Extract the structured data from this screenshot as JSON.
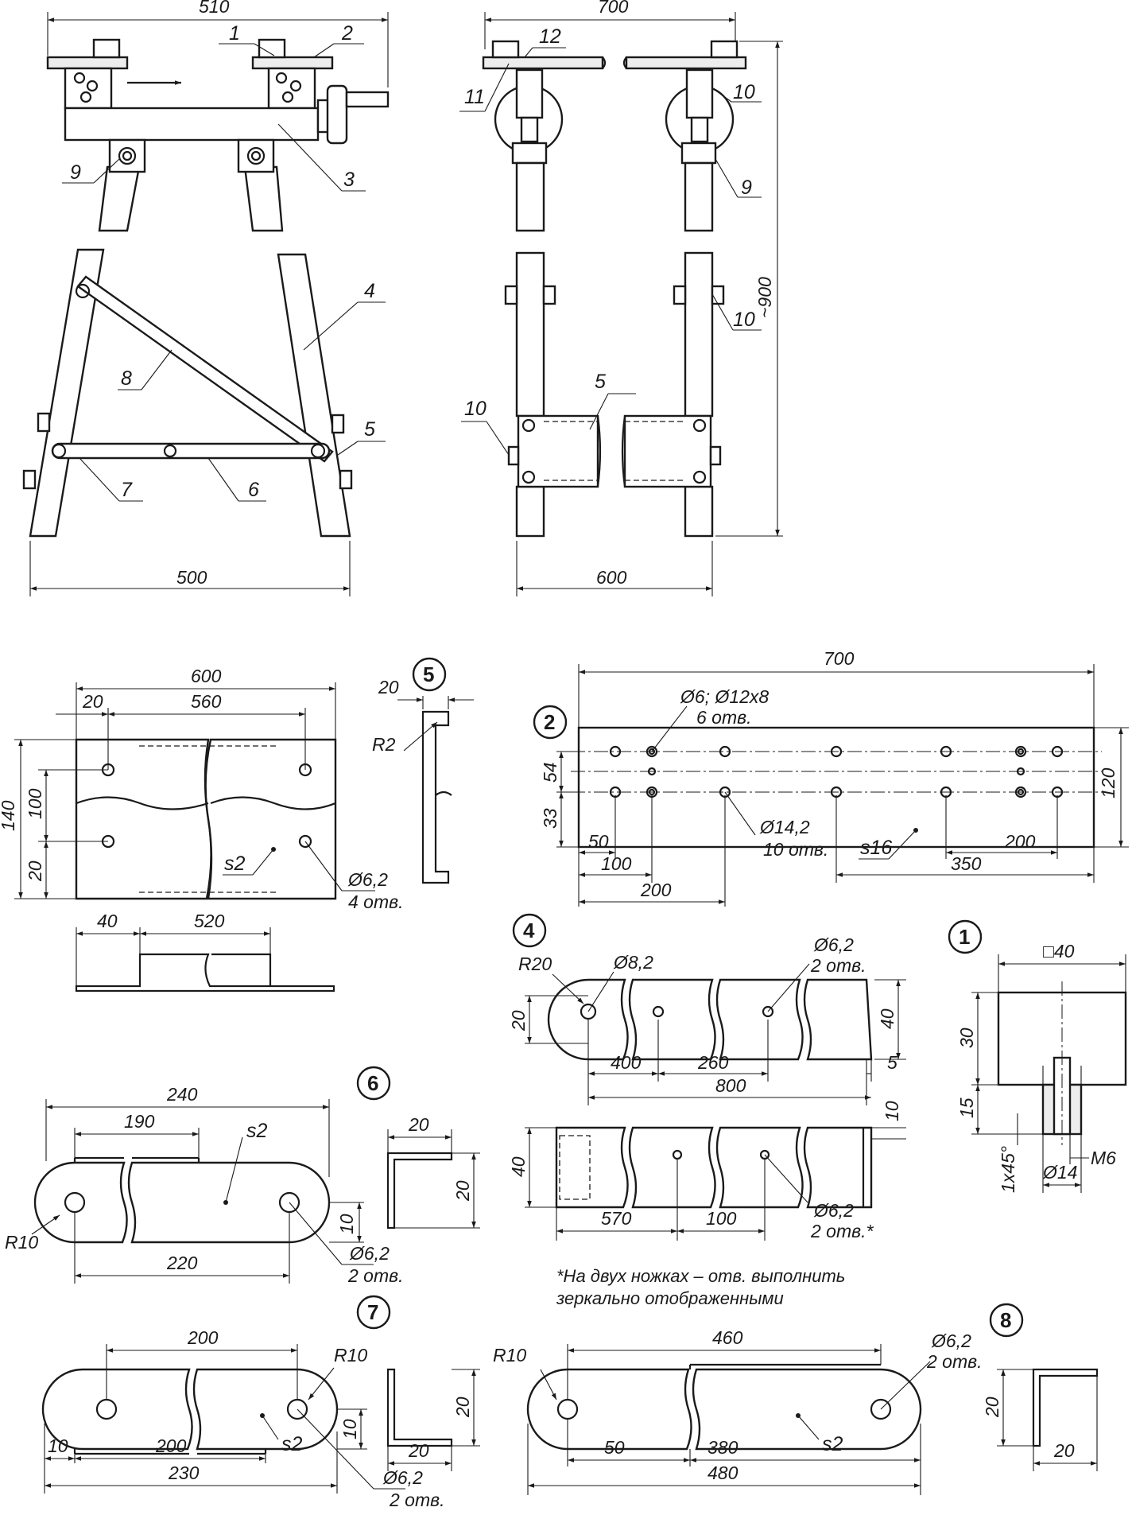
{
  "dims": {
    "d510": "510",
    "d700": "700",
    "d900": "~900",
    "d500": "500",
    "d600": "600",
    "p5_600": "600",
    "p5_20": "20",
    "p5_560": "560",
    "p5_140": "140",
    "p5_100": "100",
    "p5_20b": "20",
    "p5_40": "40",
    "p5_520": "520",
    "p5_side20": "20",
    "p2_700": "700",
    "p2_54": "54",
    "p2_33": "33",
    "p2_50": "50",
    "p2_100": "100",
    "p2_200": "200",
    "p2_200b": "200",
    "p2_350": "350",
    "p2_120": "120",
    "p4_20": "20",
    "p4_40": "40",
    "p4_400": "400",
    "p4_260": "260",
    "p4_800": "800",
    "p4_5": "5",
    "p4_10": "10",
    "p4_40b": "40",
    "p4_570": "570",
    "p4_100": "100",
    "p1_sq40": "□40",
    "p1_30": "30",
    "p1_15": "15",
    "p1_1x45": "1x45°",
    "p1_d14": "Ø14",
    "p6_240": "240",
    "p6_190": "190",
    "p6_220": "220",
    "p6_10": "10",
    "p6_s20a": "20",
    "p6_s20b": "20",
    "p7_200": "200",
    "p7_10": "10",
    "p7_200b": "200",
    "p7_230": "230",
    "p7_10v": "10",
    "p7_s20a": "20",
    "p7_s20b": "20",
    "p8_460": "460",
    "p8_50": "50",
    "p8_380": "380",
    "p8_480": "480",
    "p8_s20a": "20",
    "p8_s20b": "20"
  },
  "callouts": {
    "n1": "1",
    "n2": "2",
    "n3": "3",
    "n4": "4",
    "n5": "5",
    "n6": "6",
    "n7": "7",
    "n8": "8",
    "n9": "9",
    "n9b": "9",
    "n10a": "10",
    "n10b": "10",
    "n10c": "10",
    "n5b": "5",
    "n11": "11",
    "n12": "12"
  },
  "parts": {
    "p1": "1",
    "p2": "2",
    "p4": "4",
    "p5": "5",
    "p6": "6",
    "p7": "7",
    "p8": "8"
  },
  "annotations": {
    "p2_holes_small": "Ø6; Ø12x8",
    "p2_holes_small_count": "6 отв.",
    "p2_holes_big": "Ø14,2",
    "p2_holes_big_count": "10 отв.",
    "p2_thick": "s16",
    "p5_R2": "R2",
    "p5_thick": "s2",
    "p5_hole": "Ø6,2",
    "p5_hole_count": "4 отв.",
    "p4_R20": "R20",
    "p4_hole8": "Ø8,2",
    "p4_hole6": "Ø6,2",
    "p4_hole6_count": "2 отв.",
    "p4_hole6b": "Ø6,2",
    "p4_hole6b_count": "2 отв.*",
    "p1_M6": "M6",
    "p6_R10": "R10",
    "p6_thick": "s2",
    "p6_hole": "Ø6,2",
    "p6_hole_count": "2 отв.",
    "p7_R10": "R10",
    "p7_thick": "s2",
    "p7_hole": "Ø6,2",
    "p7_hole_count": "2 отв.",
    "p8_R10": "R10",
    "p8_thick": "s2",
    "p8_hole": "Ø6,2",
    "p8_hole_count": "2 отв.",
    "note_line1": "*На двух ножках – отв. выполнить",
    "note_line2": "зеркально отображенными"
  }
}
